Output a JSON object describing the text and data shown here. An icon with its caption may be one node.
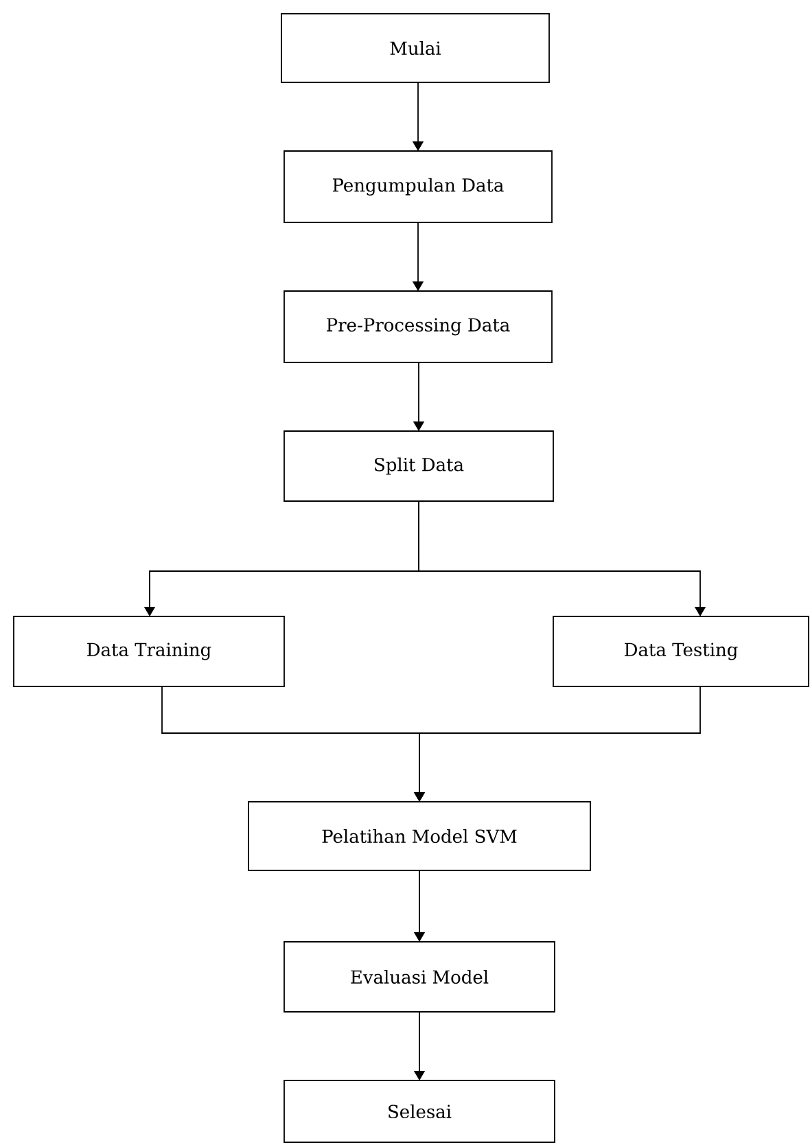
{
  "diagram": {
    "nodes": [
      {
        "text": [
          "Mulai"
        ]
      },
      {
        "text": [
          "Pengumpulan Data"
        ]
      },
      {
        "text": [
          "Pre-Processing Data"
        ]
      },
      {
        "text": [
          "Split Data"
        ]
      },
      {
        "text": [
          "Data Training"
        ]
      },
      {
        "text": [
          "Data Testing"
        ]
      },
      {
        "text": [
          "Pelatihan Model SVM"
        ]
      },
      {
        "text": [
          "Evaluasi Model"
        ]
      },
      {
        "text": [
          "Selesai"
        ]
      }
    ],
    "edges": [
      {
        "from": 0,
        "to": 1,
        "arrow": "to"
      },
      {
        "from": 1,
        "to": 2,
        "arrow": "to"
      },
      {
        "from": 2,
        "to": 3,
        "arrow": "to"
      },
      {
        "from": 3,
        "to": 4,
        "arrow": "to"
      },
      {
        "from": 3,
        "to": 5,
        "arrow": "to"
      },
      {
        "from": 4,
        "to": 6,
        "arrow": "to"
      },
      {
        "from": 5,
        "to": 6,
        "arrow": "to"
      },
      {
        "from": 6,
        "to": 7,
        "arrow": "to"
      },
      {
        "from": 7,
        "to": 8,
        "arrow": "to"
      }
    ]
  }
}
